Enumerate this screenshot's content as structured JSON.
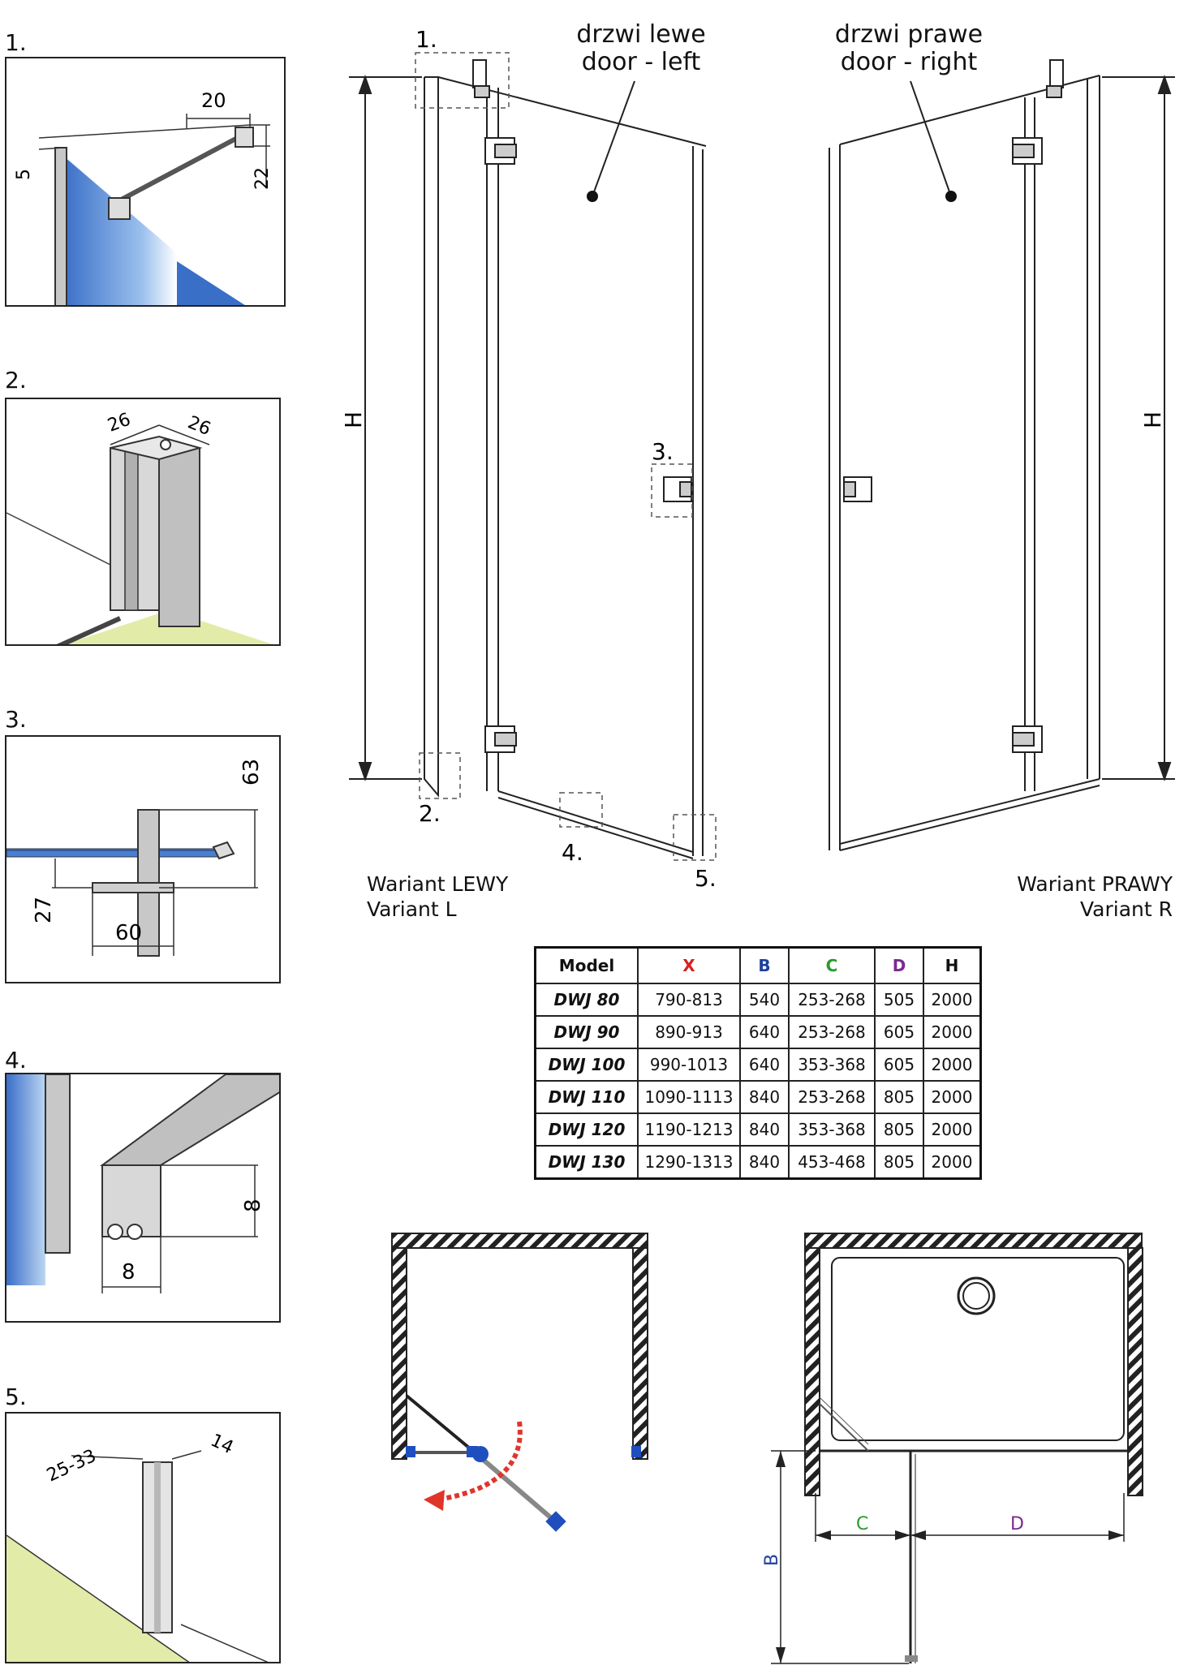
{
  "details": {
    "d1": {
      "label": "1.",
      "dims": [
        "20",
        "5",
        "22"
      ]
    },
    "d2": {
      "label": "2.",
      "dims": [
        "26",
        "26"
      ]
    },
    "d3": {
      "label": "3.",
      "dims": [
        "63",
        "27",
        "60"
      ]
    },
    "d4": {
      "label": "4.",
      "dims": [
        "8",
        "8"
      ]
    },
    "d5": {
      "label": "5.",
      "dims": [
        "25-33",
        "14"
      ]
    }
  },
  "left_door": {
    "line1": "drzwi lewe",
    "line2": "door - left"
  },
  "right_door": {
    "line1": "drzwi prawe",
    "line2": "door - right"
  },
  "callouts": {
    "c1": "1.",
    "c2": "2.",
    "c3": "3.",
    "c4": "4.",
    "c5": "5."
  },
  "height_label": "H",
  "variant_left": {
    "line1": "Wariant LEWY",
    "line2": "Variant L"
  },
  "variant_right": {
    "line1": "Wariant PRAWY",
    "line2": "Variant R"
  },
  "table": {
    "headers": [
      {
        "text": "Model",
        "color": "#111111"
      },
      {
        "text": "X",
        "color": "#d62020"
      },
      {
        "text": "B",
        "color": "#1f3f9f"
      },
      {
        "text": "C",
        "color": "#2b9a2b"
      },
      {
        "text": "D",
        "color": "#7a2a8f"
      },
      {
        "text": "H",
        "color": "#111111"
      }
    ],
    "rows": [
      [
        "DWJ 80",
        "790-813",
        "540",
        "253-268",
        "505",
        "2000"
      ],
      [
        "DWJ 90",
        "890-913",
        "640",
        "253-268",
        "605",
        "2000"
      ],
      [
        "DWJ 100",
        "990-1013",
        "640",
        "353-368",
        "605",
        "2000"
      ],
      [
        "DWJ 110",
        "1090-1113",
        "840",
        "253-268",
        "805",
        "2000"
      ],
      [
        "DWJ 120",
        "1190-1213",
        "840",
        "353-368",
        "805",
        "2000"
      ],
      [
        "DWJ 130",
        "1290-1313",
        "840",
        "453-468",
        "805",
        "2000"
      ]
    ]
  },
  "plan": {
    "c": "C",
    "d": "D",
    "b": "B"
  },
  "colors": {
    "glass": "#4a7fd0",
    "floor": "#e3eba8",
    "arrow": "#e0352b",
    "line": "#222222"
  }
}
